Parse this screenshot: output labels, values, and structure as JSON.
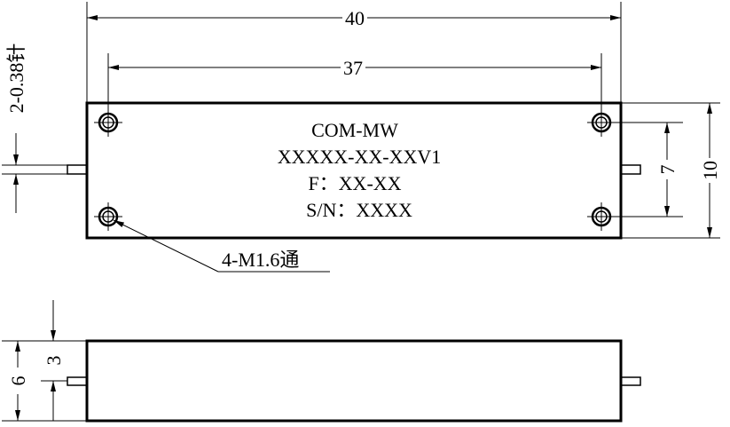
{
  "dimensions": {
    "overall_width": "40",
    "hole_spacing_x": "37",
    "overall_height": "10",
    "hole_spacing_y": "7",
    "pin_label": "2-0.38针",
    "side_height": "6",
    "side_offset": "3"
  },
  "label": {
    "brand": "COM-MW",
    "model": "XXXXX-XX-XXV1",
    "frequency": "F：XX-XX",
    "serial": "S/N：XXXX"
  },
  "callout": {
    "holes": "4-M1.6通"
  }
}
